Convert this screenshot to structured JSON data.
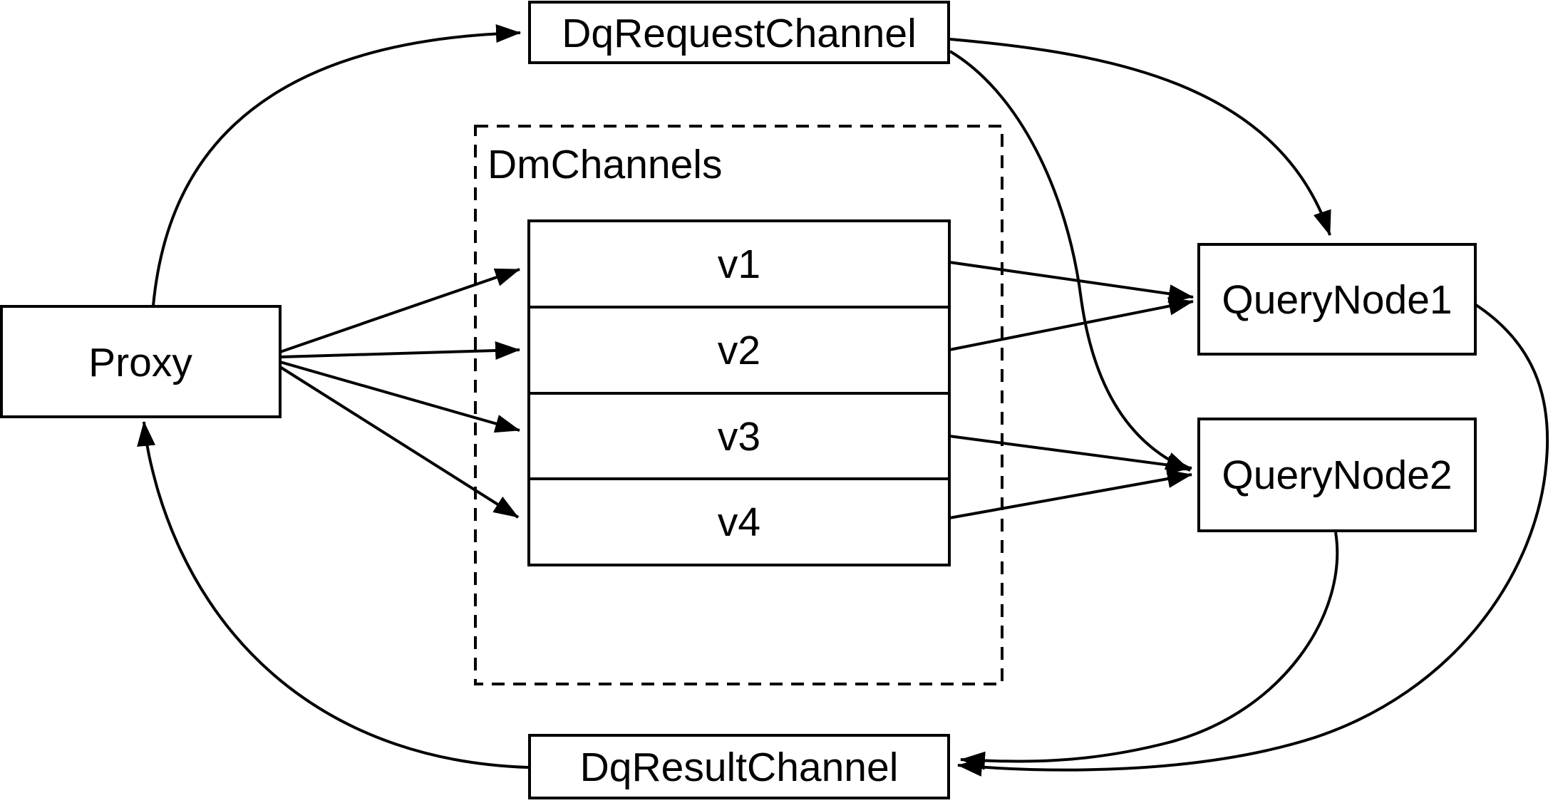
{
  "diagram": {
    "type": "flow-diagram",
    "colors": {
      "background": "#ffffff",
      "stroke": "#000000",
      "text": "#000000"
    },
    "nodes": {
      "proxy": {
        "label": "Proxy"
      },
      "dq_request_channel": {
        "label": "DqRequestChannel"
      },
      "dm_channels_group": {
        "label": "DmChannels"
      },
      "channels": [
        {
          "label": "v1"
        },
        {
          "label": "v2"
        },
        {
          "label": "v3"
        },
        {
          "label": "v4"
        }
      ],
      "query_node1": {
        "label": "QueryNode1"
      },
      "query_node2": {
        "label": "QueryNode2"
      },
      "dq_result_channel": {
        "label": "DqResultChannel"
      }
    },
    "edges": [
      {
        "from": "Proxy",
        "to": "DqRequestChannel"
      },
      {
        "from": "DqRequestChannel",
        "to": "QueryNode1"
      },
      {
        "from": "DqRequestChannel",
        "to": "QueryNode2"
      },
      {
        "from": "Proxy",
        "to": "v1"
      },
      {
        "from": "Proxy",
        "to": "v2"
      },
      {
        "from": "Proxy",
        "to": "v3"
      },
      {
        "from": "Proxy",
        "to": "v4"
      },
      {
        "from": "v1",
        "to": "QueryNode1"
      },
      {
        "from": "v2",
        "to": "QueryNode1"
      },
      {
        "from": "v3",
        "to": "QueryNode2"
      },
      {
        "from": "v4",
        "to": "QueryNode2"
      },
      {
        "from": "QueryNode1",
        "to": "DqResultChannel"
      },
      {
        "from": "QueryNode2",
        "to": "DqResultChannel"
      },
      {
        "from": "DqResultChannel",
        "to": "Proxy"
      }
    ]
  }
}
